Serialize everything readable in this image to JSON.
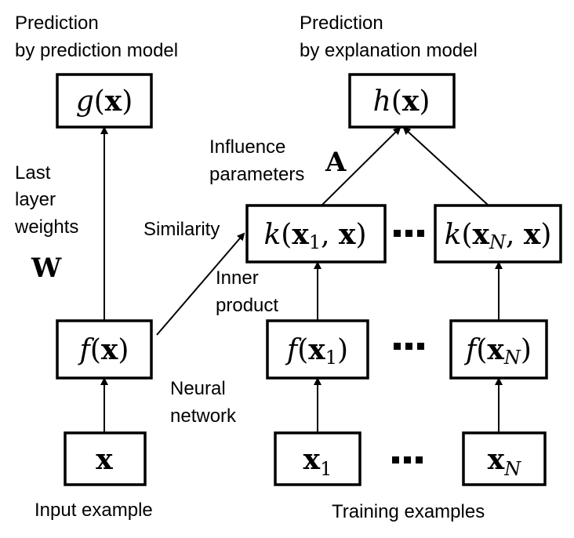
{
  "labels": {
    "pred_pred_line1": "Prediction",
    "pred_pred_line2": "by prediction model",
    "pred_expl_line1": "Prediction",
    "pred_expl_line2": "by explanation model",
    "last_line1": "Last",
    "last_line2": "layer",
    "last_line3": "weights",
    "W": "W",
    "influence_line1": "Influence",
    "influence_line2": "parameters",
    "A": "A",
    "similarity": "Similarity",
    "inner_line1": "Inner",
    "inner_line2": "product",
    "neural_line1": "Neural",
    "neural_line2": "network",
    "input_example": "Input example",
    "training_examples": "Training examples"
  },
  "nodes": {
    "g": {
      "fn": "g",
      "arg": "x",
      "sub": ""
    },
    "h": {
      "fn": "h",
      "arg": "x",
      "sub": ""
    },
    "k1": {
      "fn": "k",
      "arg": "x",
      "sub": "1",
      "arg2": "x"
    },
    "kN": {
      "fn": "k",
      "arg": "x",
      "sub": "N",
      "arg2": "x"
    },
    "f": {
      "fn": "f",
      "arg": "x",
      "sub": ""
    },
    "f1": {
      "fn": "f",
      "arg": "x",
      "sub": "1"
    },
    "fN": {
      "fn": "f",
      "arg": "x",
      "sub": "N"
    },
    "x": {
      "arg": "x",
      "sub": ""
    },
    "x1": {
      "arg": "x",
      "sub": "1"
    },
    "xN": {
      "arg": "x",
      "sub": "N"
    }
  },
  "punct": {
    "open": "(",
    "close": ")",
    "comma": ","
  }
}
